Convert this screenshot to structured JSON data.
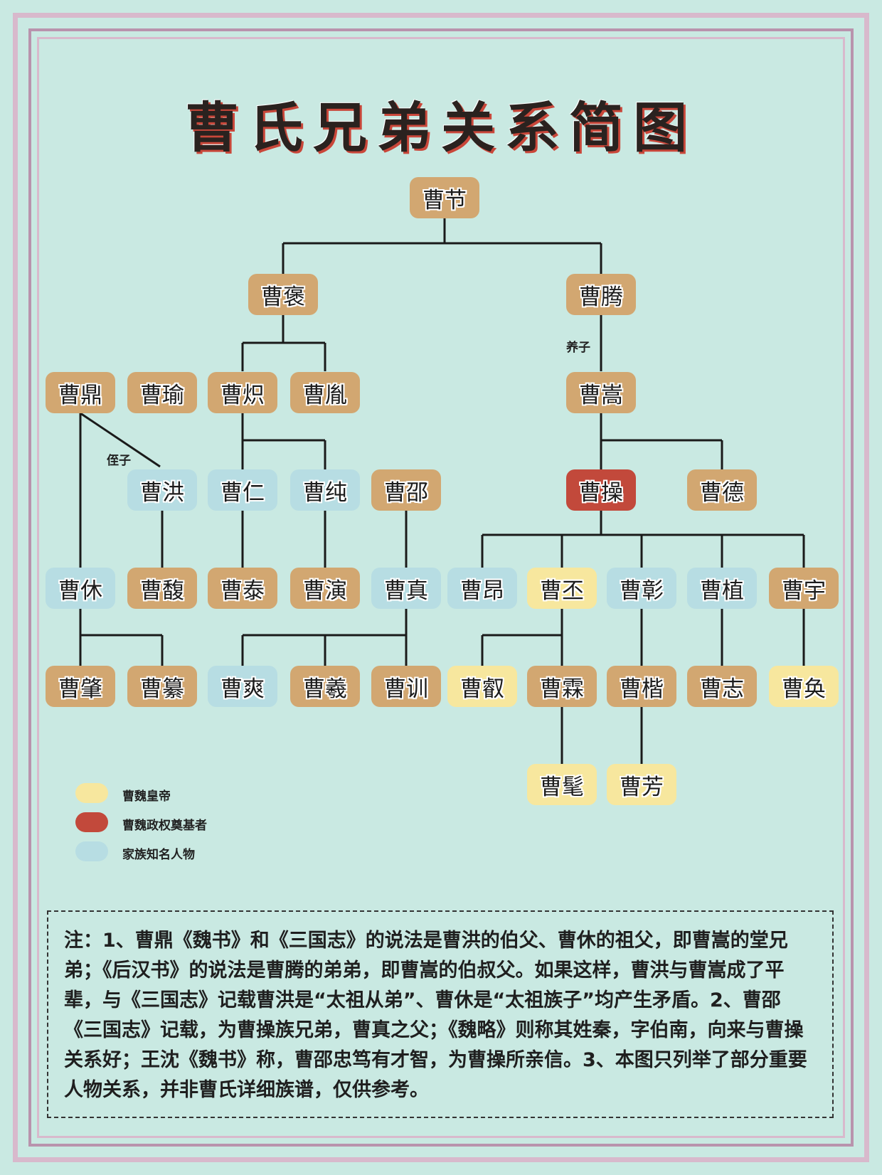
{
  "title": "曹氏兄弟关系简图",
  "colors": {
    "background": "#c9e9e2",
    "node_plain": "#d2a771",
    "emperor": "#f7e79e",
    "founder": "#c2493b",
    "notable": "#b7dde3",
    "line": "#1a1a1a"
  },
  "nodes": {
    "cao_jie": "曹节",
    "cao_bao": "曹褒",
    "cao_teng": "曹腾",
    "cao_ding": "曹鼎",
    "cao_yu": "曹瑜",
    "cao_chi": "曹炽",
    "cao_yin": "曹胤",
    "cao_song": "曹嵩",
    "cao_hong": "曹洪",
    "cao_ren": "曹仁",
    "cao_chun": "曹纯",
    "cao_shao": "曹邵",
    "cao_cao": "曹操",
    "cao_de": "曹德",
    "cao_xiu": "曹休",
    "cao_fu": "曹馥",
    "cao_tai": "曹泰",
    "cao_yan": "曹演",
    "cao_zhen": "曹真",
    "cao_ang": "曹昂",
    "cao_pi": "曹丕",
    "cao_zhang": "曹彰",
    "cao_zhi": "曹植",
    "cao_yu2": "曹宇",
    "cao_zhao": "曹肇",
    "cao_zuan": "曹纂",
    "cao_shuang": "曹爽",
    "cao_xi": "曹羲",
    "cao_xun": "曹训",
    "cao_rui": "曹叡",
    "cao_lin": "曹霖",
    "cao_kai": "曹楷",
    "cao_zhi2": "曹志",
    "cao_huan": "曹奂",
    "cao_mao": "曹髦",
    "cao_fang": "曹芳"
  },
  "relations": {
    "adopted": "养子",
    "nephew": "侄子"
  },
  "legend": [
    {
      "label": "曹魏皇帝",
      "color": "#f7e79e"
    },
    {
      "label": "曹魏政权奠基者",
      "color": "#c2493b"
    },
    {
      "label": "家族知名人物",
      "color": "#b7dde3"
    }
  ],
  "note": "注：1、曹鼎《魏书》和《三国志》的说法是曹洪的伯父、曹休的祖父，即曹嵩的堂兄弟；《后汉书》的说法是曹腾的弟弟，即曹嵩的伯叔父。如果这样，曹洪与曹嵩成了平辈，与《三国志》记载曹洪是“太祖从弟”、曹休是“太祖族子”均产生矛盾。2、曹邵《三国志》记载，为曹操族兄弟，曹真之父；《魏略》则称其姓秦，字伯南，向来与曹操关系好；王沈《魏书》称，曹邵忠笃有才智，为曹操所亲信。3、本图只列举了部分重要人物关系，并非曹氏详细族谱，仅供参考。"
}
